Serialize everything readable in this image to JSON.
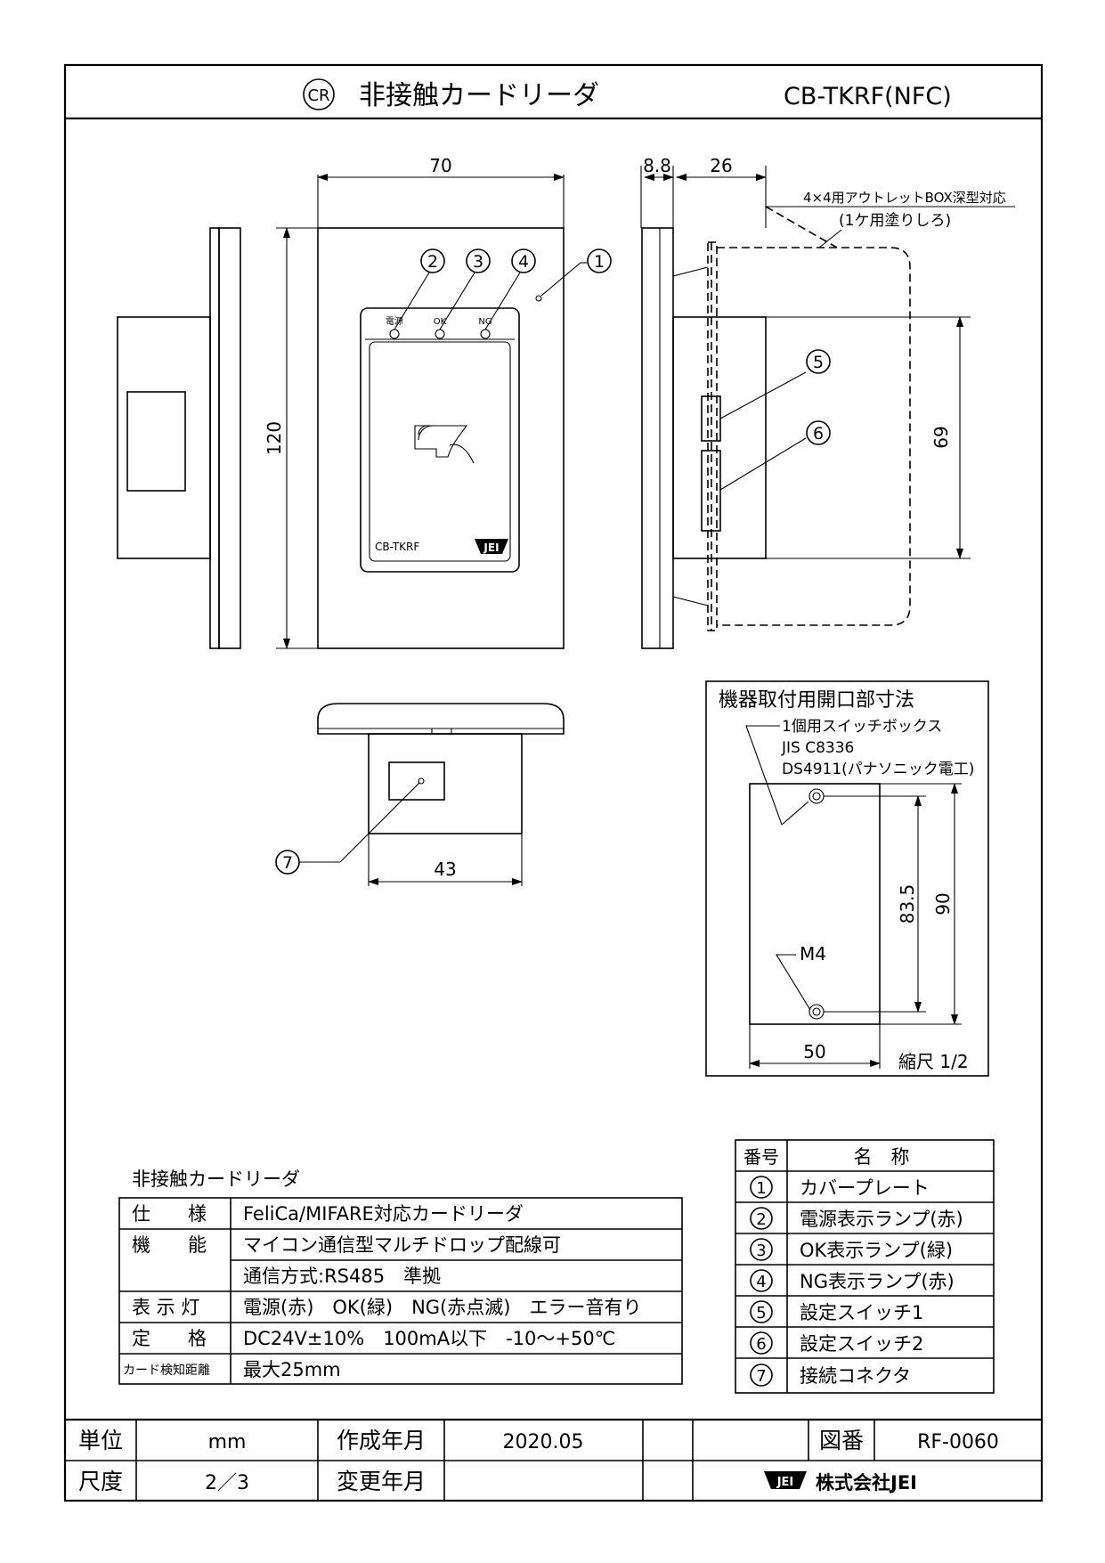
{
  "header": {
    "logo_mark": "CR",
    "title": "非接触カードリーダ",
    "model": "CB-TKRF(NFC)"
  },
  "front_view": {
    "dim_width": "70",
    "dim_height": "120",
    "lamp_labels": [
      "電源",
      "OK",
      "NG"
    ],
    "device_model": "CB-TKRF",
    "device_logo": "JEI"
  },
  "side_view": {
    "dim_plate": "8.8",
    "dim_depth": "26",
    "box_note_line1": "4×4用アウトレットBOX深型対応",
    "box_note_line2": "(1ケ用塗りしろ)",
    "dim_body_height": "69"
  },
  "bottom_view": {
    "dim_width": "43"
  },
  "callouts": [
    "1",
    "2",
    "3",
    "4",
    "5",
    "6",
    "7"
  ],
  "opening": {
    "title": "機器取付用開口部寸法",
    "note1": "1個用スイッチボックス",
    "note2": "JIS C8336",
    "note3": "DS4911(パナソニック電工)",
    "screw": "M4",
    "dim_pitch": "83.5",
    "dim_height": "90",
    "dim_width": "50",
    "scale": "縮尺 1/2"
  },
  "spec": {
    "heading": "非接触カードリーダ",
    "rows": [
      {
        "label": "仕　　様",
        "value": "FeliCa/MIFARE対応カードリーダ"
      },
      {
        "label": "機　　能",
        "value": "マイコン通信型マルチドロップ配線可"
      },
      {
        "label": "",
        "value": "通信方式:RS485　準拠"
      },
      {
        "label": "表 示 灯",
        "value": "電源(赤)　OK(緑)　NG(赤点滅)　エラー音有り"
      },
      {
        "label": "定　　格",
        "value": "DC24V±10%　100mA以下　-10〜+50℃"
      },
      {
        "label": "カード検知距離",
        "value": "最大25mm"
      }
    ]
  },
  "parts": {
    "header_no": "番号",
    "header_name": "名　称",
    "rows": [
      {
        "no": "1",
        "name": "カバープレート"
      },
      {
        "no": "2",
        "name": "電源表示ランプ(赤)"
      },
      {
        "no": "3",
        "name": "OK表示ランプ(緑)"
      },
      {
        "no": "4",
        "name": "NG表示ランプ(赤)"
      },
      {
        "no": "5",
        "name": "設定スイッチ1"
      },
      {
        "no": "6",
        "name": "設定スイッチ2"
      },
      {
        "no": "7",
        "name": "接続コネクタ"
      }
    ]
  },
  "title_block": {
    "unit_label": "単位",
    "unit_value": "mm",
    "created_label": "作成年月",
    "created_value": "2020.05",
    "drawing_no_label": "図番",
    "drawing_no_value": "RF-0060",
    "scale_label": "尺度",
    "scale_value": "2／3",
    "changed_label": "変更年月",
    "changed_value": "",
    "company_logo": "JEI",
    "company": "株式会社JEI"
  }
}
